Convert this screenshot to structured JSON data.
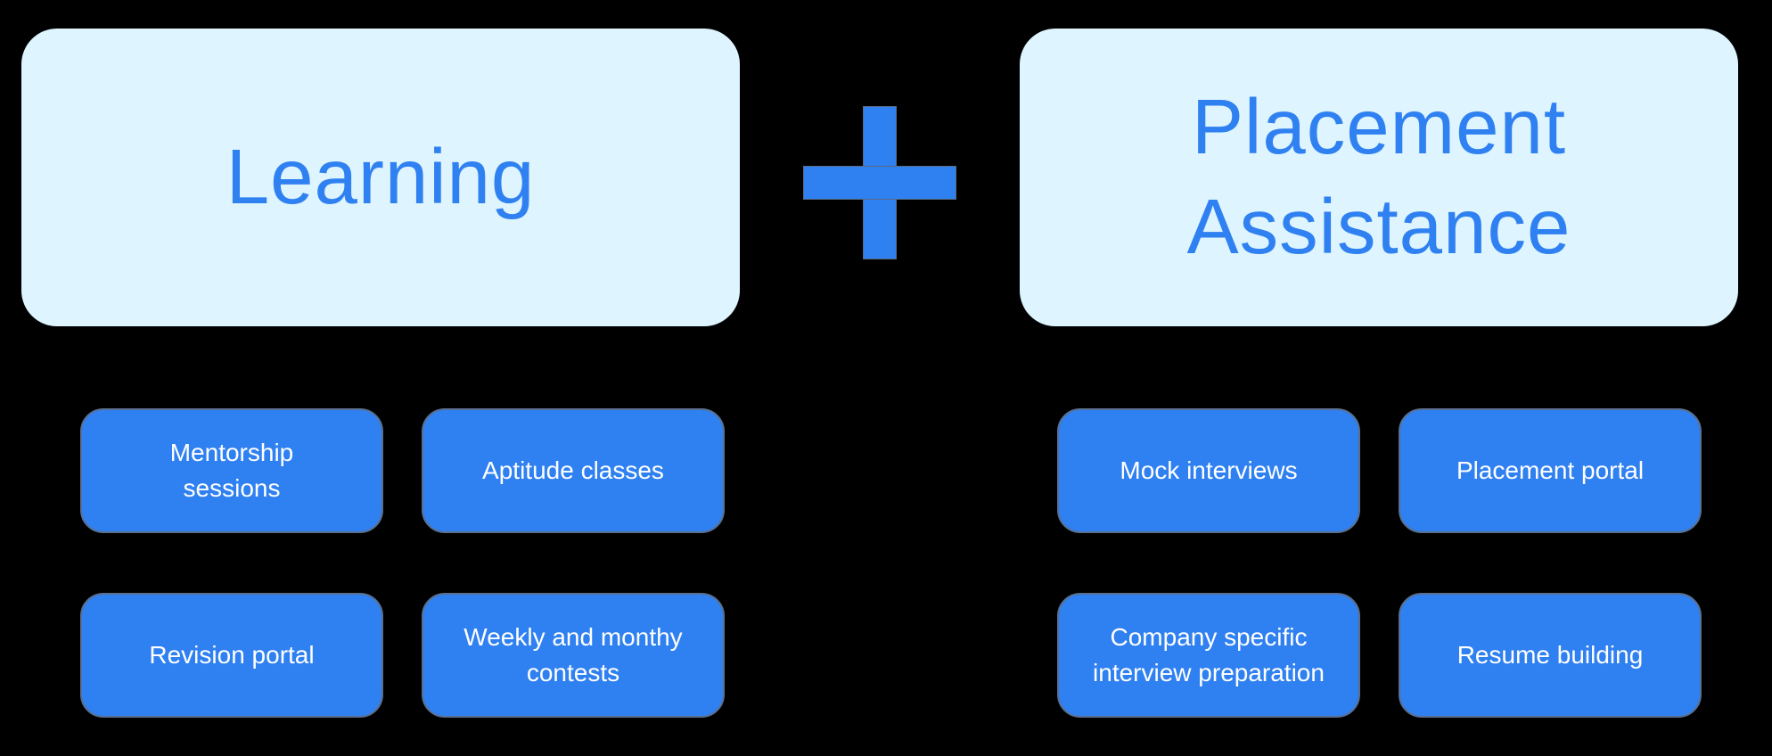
{
  "learning": {
    "title": "Learning",
    "items": [
      "Mentorship sessions",
      "Aptitude classes",
      "Revision portal",
      "Weekly and monthy contests"
    ]
  },
  "placement": {
    "title": "Placement Assistance",
    "items": [
      "Mock interviews",
      "Placement portal",
      "Company specific interview preparation",
      "Resume building"
    ]
  },
  "connector": {
    "icon": "plus-icon"
  },
  "colors": {
    "accent": "#2f80f1",
    "panel_background": "#def4fe",
    "page_background": "#000000",
    "chip_text": "#ffffff"
  }
}
